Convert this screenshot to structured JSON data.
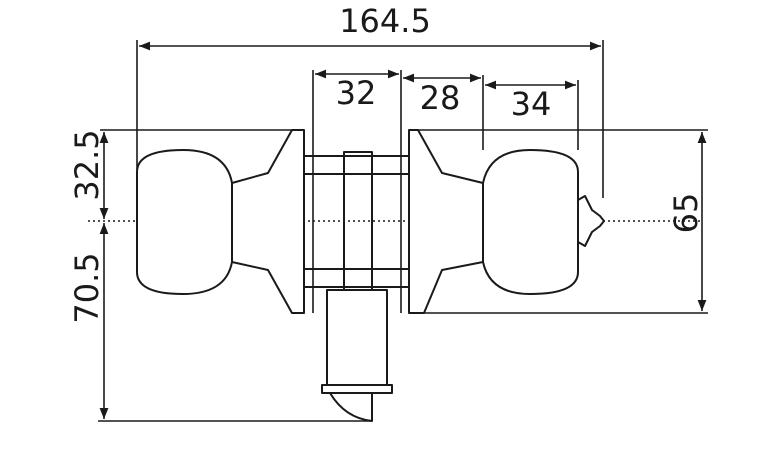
{
  "dimensions": {
    "overall_width": "164.5",
    "chassis_width": "32",
    "rose_width": "28",
    "knob_width": "34",
    "upper_height": "32.5",
    "lower_height": "70.5",
    "rose_diameter": "65"
  }
}
